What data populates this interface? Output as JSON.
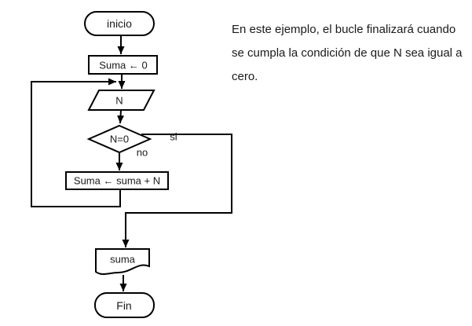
{
  "colors": {
    "background": "#ffffff",
    "stroke": "#000000",
    "text": "#1a1a1a"
  },
  "flowchart": {
    "nodes": {
      "start": {
        "label": "inicio"
      },
      "init": {
        "label": "Suma ← 0"
      },
      "input": {
        "label": "N"
      },
      "decision": {
        "label": "N=0"
      },
      "process": {
        "label": "Suma ← suma + N"
      },
      "output": {
        "label": "suma"
      },
      "end": {
        "label": "Fin"
      }
    },
    "branch_labels": {
      "yes": "si",
      "no": "no"
    }
  },
  "annotation": {
    "lines": [
      "En este ejemplo, el bucle finalizará cuando",
      "se cumpla la condición de que N sea igual a",
      "cero."
    ]
  }
}
